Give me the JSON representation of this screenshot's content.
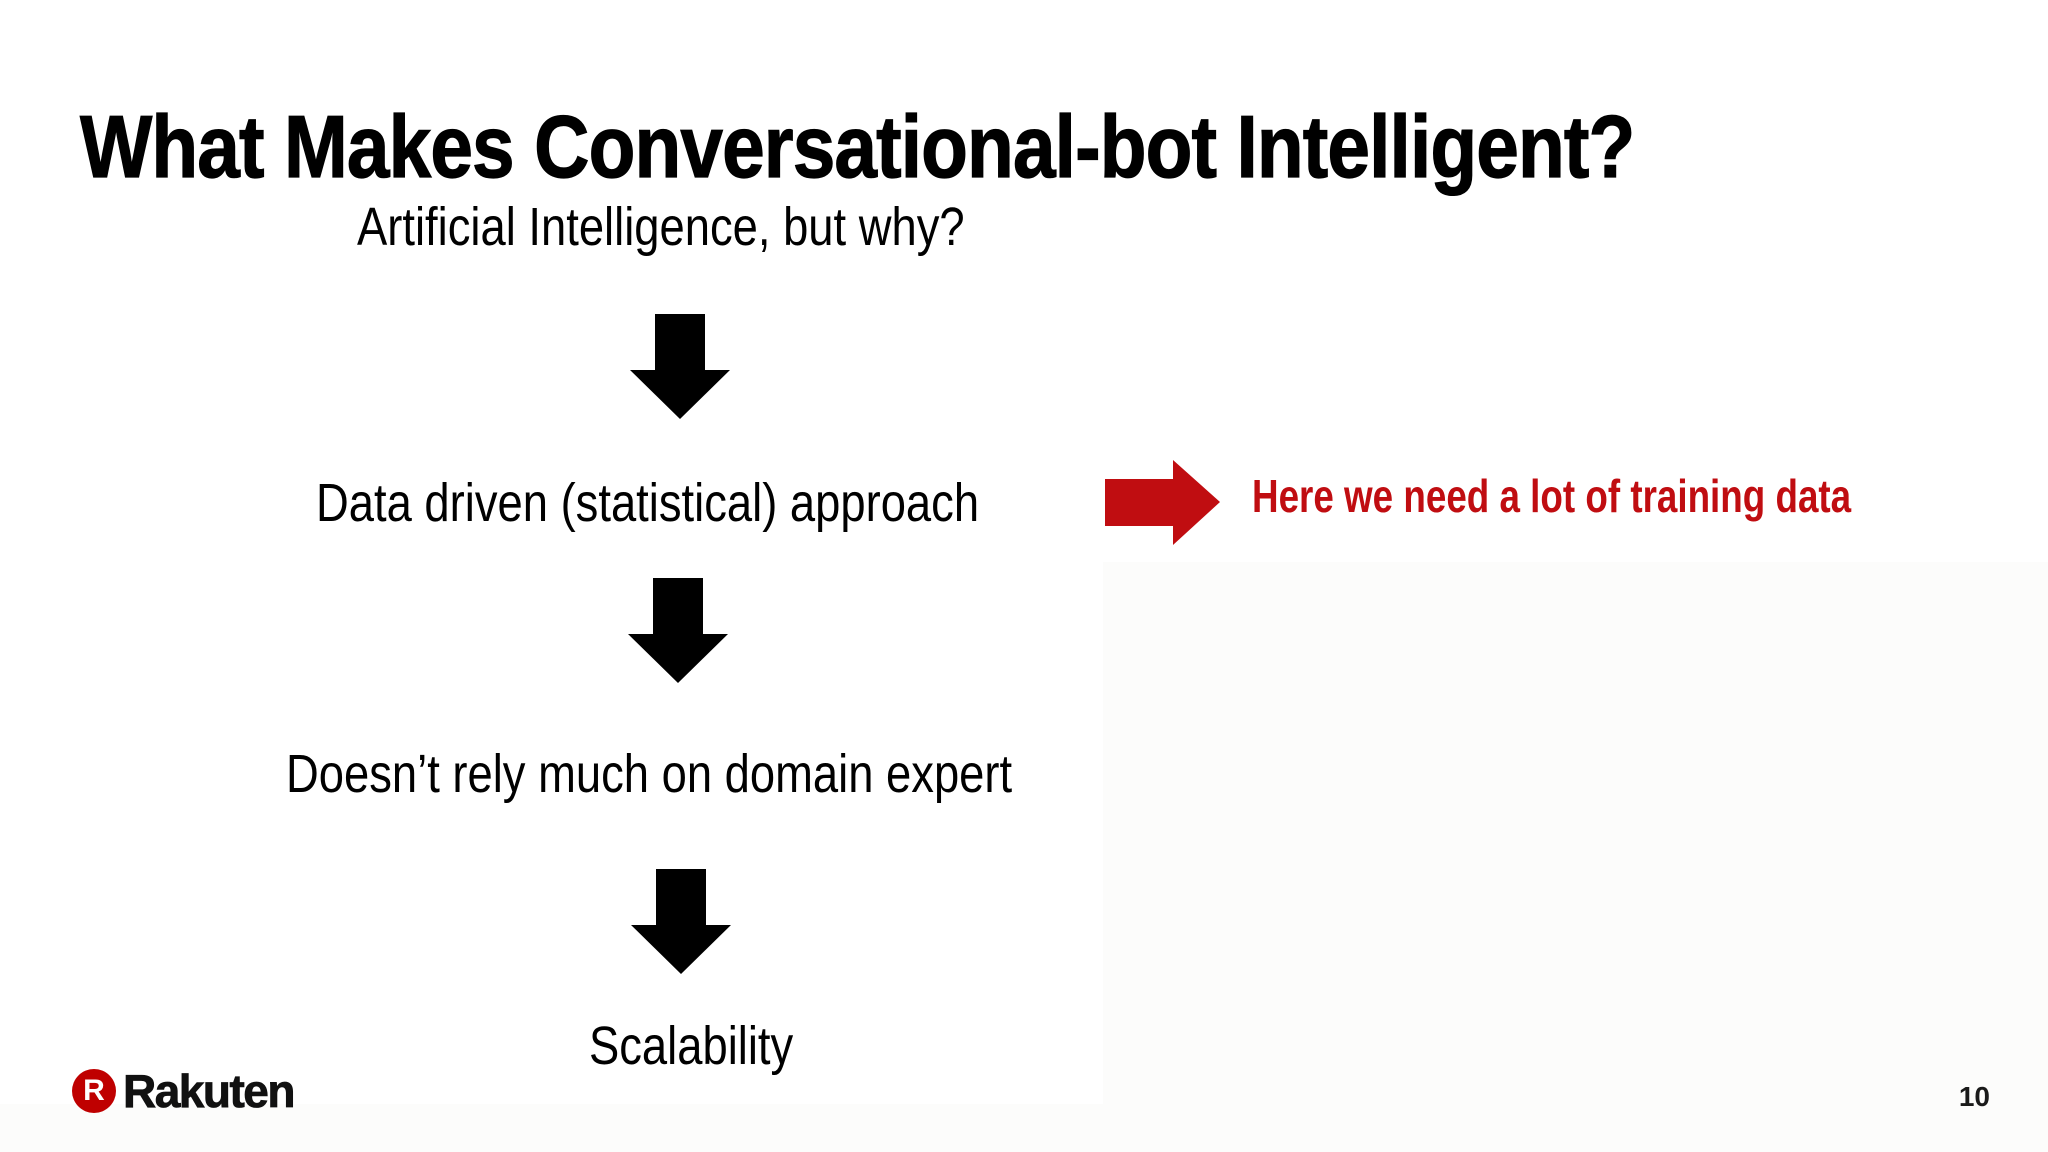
{
  "slide": {
    "title": "What Makes Conversational-bot Intelligent?",
    "flow_steps": [
      "Artificial Intelligence, but why?",
      "Data driven (statistical) approach",
      "Doesn’t rely much on domain expert",
      "Scalability"
    ],
    "annotation": "Here we need a lot of training data",
    "logo": {
      "symbol": "R",
      "wordmark": "Rakuten"
    },
    "footer": {
      "page_number": "10"
    },
    "colors": {
      "text": "#000000",
      "accent_red": "#c00d11",
      "brand_red": "#bf0000",
      "background": "#ffffff"
    }
  }
}
